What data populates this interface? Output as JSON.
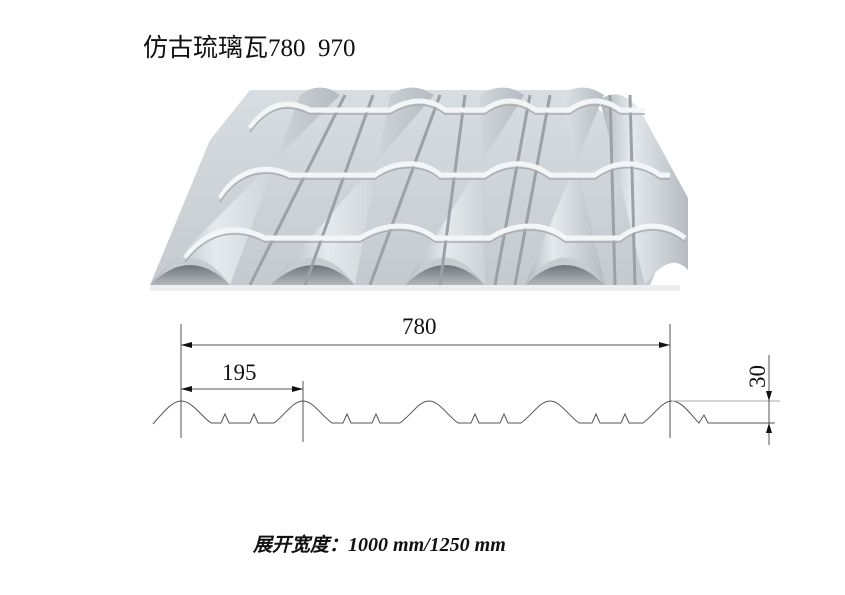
{
  "title": {
    "name_cn": "仿古琉璃瓦",
    "models": "780  970"
  },
  "illustration": {
    "subject": "glazed-tile-style roofing sheet render",
    "color": "#c9ced3",
    "highlight_color": "#eef1f3",
    "shadow_color": "#8d9399",
    "wave_count": 5,
    "row_count": 3
  },
  "profile_drawing": {
    "line_color": "#555555",
    "dimensions": {
      "overall_width": "780",
      "pitch": "195",
      "height": "30"
    }
  },
  "footer": {
    "label": "展开宽度：",
    "value": "1000 mm/1250 mm"
  }
}
